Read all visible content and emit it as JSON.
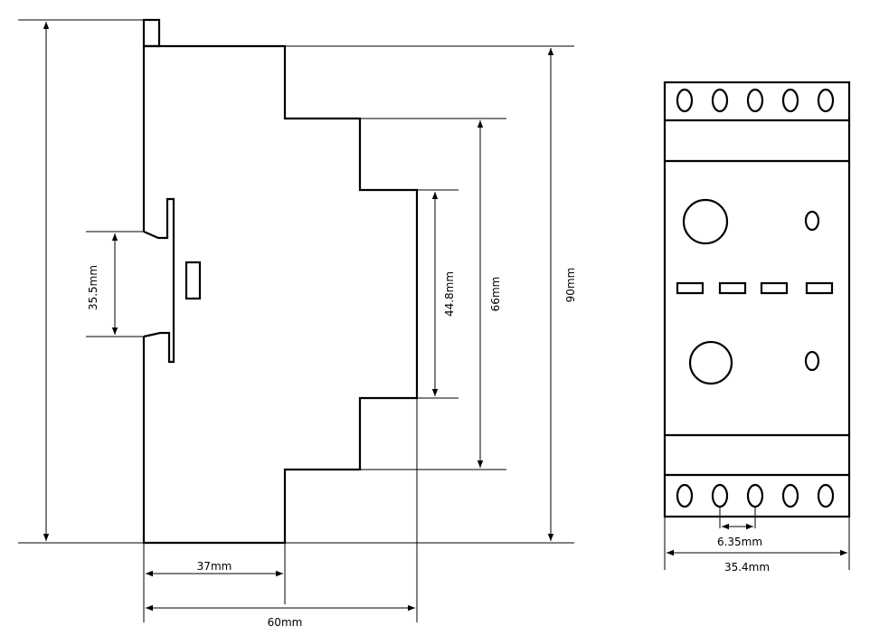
{
  "side_view": {
    "dimensions": {
      "din_rail": "35.5mm",
      "inner_step": "44.8mm",
      "middle_step": "66mm",
      "height": "90mm",
      "front_depth": "37mm",
      "total_depth": "60mm"
    }
  },
  "front_view": {
    "dimensions": {
      "terminal_pitch": "6.35mm",
      "width": "35.4mm"
    },
    "terminals_per_row": 5,
    "leds": 4
  },
  "colors": {
    "line": "#000000",
    "background": "#ffffff"
  }
}
